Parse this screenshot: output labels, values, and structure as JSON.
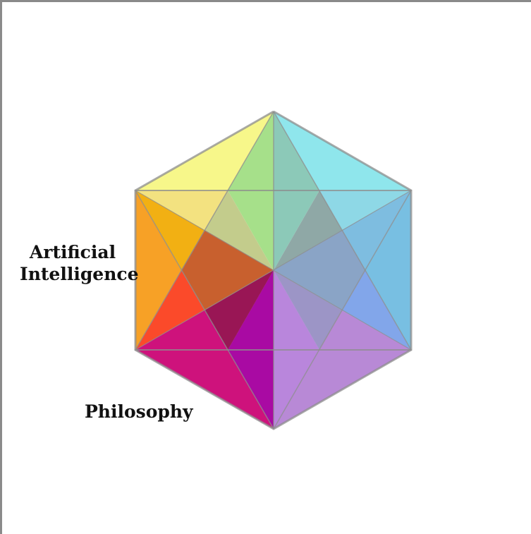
{
  "labels": {
    "artificial_intelligence_line1": "Artificial",
    "artificial_intelligence_line2": "Intelligence",
    "philosophy": "Philosophy"
  },
  "colors": {
    "top_left": "#f7f78a",
    "top_center_left": "#a6e08a",
    "top_center_right": "#8cc9b8",
    "top_right": "#8fe6ec",
    "upper_left_inner": "#f3e280",
    "center_upper_left": "#c3cc8c",
    "center_upper_right": "#8fa8a6",
    "upper_right_inner": "#8ed8e6",
    "left_side": "#f7a126",
    "left_inner": "#f2b013",
    "center_left": "#c8602e",
    "center_right": "#8aa4c6",
    "right_inner": "#7ebde0",
    "right_side": "#78bfe2",
    "lower_left_red": "#fb4a2a",
    "center_lower_left": "#991655",
    "center_lower_right": "#9c95c6",
    "lower_right_inner": "#82a6ea",
    "bottom_left": "#ce127c",
    "bottom_center_left": "#a90aa3",
    "bottom_center_right": "#b986dc",
    "bottom_right": "#b889d6",
    "edge": "#8d8d8d"
  }
}
